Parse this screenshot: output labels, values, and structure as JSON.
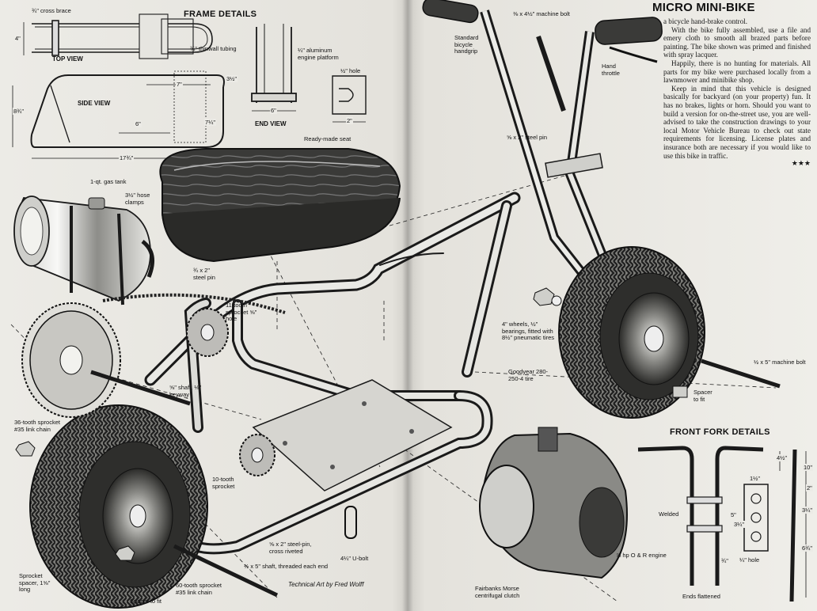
{
  "article": {
    "title": "MICRO MINI-BIKE",
    "paragraphs": [
      "a bicycle hand-brake control.",
      "With the bike fully assembled, use a file and emery cloth to smooth all brazed parts before painting. The bike shown was primed and finished with spray lacquer.",
      "Happily, there is no hunting for materials. All parts for my bike were purchased locally from a lawnmower and minibike shop.",
      "Keep in mind that this vehicle is designed basically for backyard (on your property) fun. It has no brakes, lights or horn. Should you want to build a version for on-the-street use, you are well-advised to take the construction drawings to your local Motor Vehicle Bureau to check out state requirements for licensing. License plates and insurance both are necessary if you would like to use this bike in traffic."
    ],
    "end_mark": "★★★"
  },
  "sections": {
    "frame_details": "FRAME DETAILS",
    "front_fork_details": "FRONT FORK DETAILS",
    "top_view": "TOP VIEW",
    "side_view": "SIDE VIEW",
    "end_view": "END VIEW"
  },
  "dimensions": {
    "top_height": "4\"",
    "side_height": "8¾\"",
    "side_length": "17¾\"",
    "seven": "7\"",
    "three_half": "3½\"",
    "seven_half": "7¼\"",
    "six": "6\"",
    "end_width": "6\"",
    "slot_width": "2\"",
    "fork_a": "4½\"",
    "fork_b": "10\"",
    "fork_c": "2\"",
    "fork_d": "3¼\"",
    "fork_e": "6¾\"",
    "fork_f": "1½\"",
    "fork_g": "5\"",
    "fork_h": "3¼\"",
    "fork_i": "¾\""
  },
  "labels": {
    "cross_brace": "¾\" cross brace",
    "thinwall": "¾\" thinwall tubing",
    "platform": "¼\" aluminum engine platform",
    "half_hole": "½\" hole",
    "seat": "Ready-made seat",
    "gas_tank": "1-qt. gas tank",
    "hose_clamps": "3½\" hose clamps",
    "steel_pin_34": "¾ x 2\" steel pin",
    "sprocket_11": "11-tooth sprocket ⅝\" hole",
    "shaft_58": "⅝\" shaft, ⅛\" keyway",
    "sprocket_36": "36-tooth sprocket #35 link chain",
    "sprocket_10": "10-tooth sprocket",
    "steel_pin_cross": "⅝ x 2\" steel-pin, cross riveted",
    "u_bolt": "4¼\" U-bolt",
    "sprocket_spacer": "Sprocket spacer, 1⅝\" long",
    "sprocket_60": "60-tooth sprocket #35 link chain",
    "spacer_fit_left": "Spacer to fit",
    "shaft_threaded": "½ x 5\" shaft, threaded each end",
    "credit": "Technical Art by Fred Wolff",
    "handgrip": "Standard bicycle handgrip",
    "machine_bolt_top": "⅜ x 4½\" machine bolt",
    "hand_throttle": "Hand throttle",
    "steel_pin_58": "⅝ x 2\" steel pin",
    "wheels": "4\" wheels, ½\" bearings, fitted with 8½\" pneumatic tires",
    "goodyear": "Goodyear 280-250-4 tire",
    "machine_bolt_right": "½ x 5\" machine bolt",
    "spacer_fit_right": "Spacer to fit",
    "engine": "⅞ hp O & R engine",
    "clutch": "Fairbanks Morse centrifugal clutch",
    "welded": "Welded",
    "ends_flattened": "Ends flattened",
    "quarter_hole": "¼\" hole"
  }
}
